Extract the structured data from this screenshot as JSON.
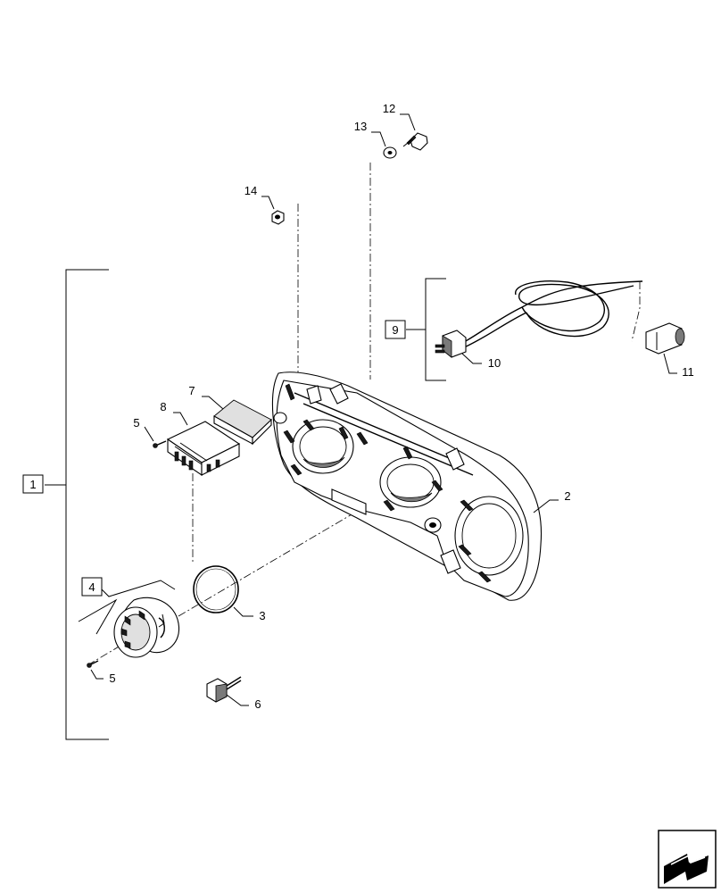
{
  "callouts": {
    "c1": "1",
    "c2": "2",
    "c3": "3",
    "c4": "4",
    "c5a": "5",
    "c5b": "5",
    "c6": "6",
    "c7": "7",
    "c8": "8",
    "c9": "9",
    "c10": "10",
    "c11": "11",
    "c12": "12",
    "c13": "13",
    "c14": "14"
  },
  "icons": {
    "navigation": "arrow-forward-icon"
  }
}
